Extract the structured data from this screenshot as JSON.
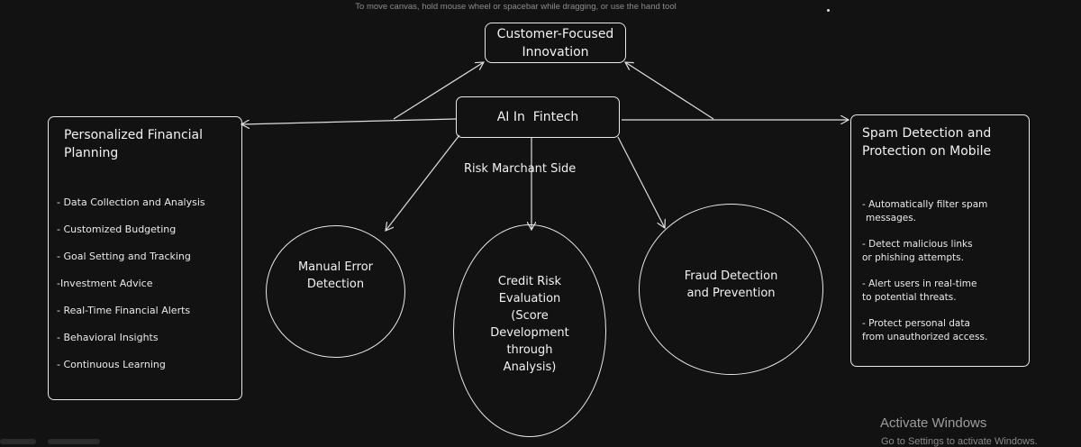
{
  "hint": "To move canvas, hold mouse wheel or spacebar while dragging, or use the hand tool",
  "nodes": {
    "ai_in_fintech": "AI In  Fintech",
    "customer_focused": [
      "Customer-Focused",
      "Innovation"
    ],
    "personal_planning": {
      "title": [
        "Personalized Financial",
        "Planning"
      ],
      "items": [
        "- Data Collection and Analysis",
        "- Customized Budgeting",
        "- Goal Setting and Tracking",
        "-Investment Advice",
        "- Real-Time Financial Alerts",
        "- Behavioral Insights",
        "- Continuous Learning"
      ]
    },
    "spam_detection": {
      "title": [
        "Spam Detection and",
        "Protection on Mobile"
      ],
      "items": [
        [
          "- Automatically filter spam",
          "messages."
        ],
        [
          "- Detect malicious links",
          "or phishing attempts."
        ],
        [
          "- Alert users in real-time",
          "to potential threats."
        ],
        [
          "- Protect personal data",
          "from unauthorized access."
        ]
      ]
    },
    "risk_label": "Risk Marchant Side",
    "manual_error": [
      "Manual Error",
      "Detection"
    ],
    "credit_risk": [
      "Credit Risk",
      "Evaluation",
      "(Score",
      "Development",
      "through",
      "Analysis)"
    ],
    "fraud_detection": [
      "Fraud Detection",
      "and Prevention"
    ]
  },
  "watermark": {
    "title": "Activate Windows",
    "subtitle": "Go to Settings to activate Windows."
  }
}
